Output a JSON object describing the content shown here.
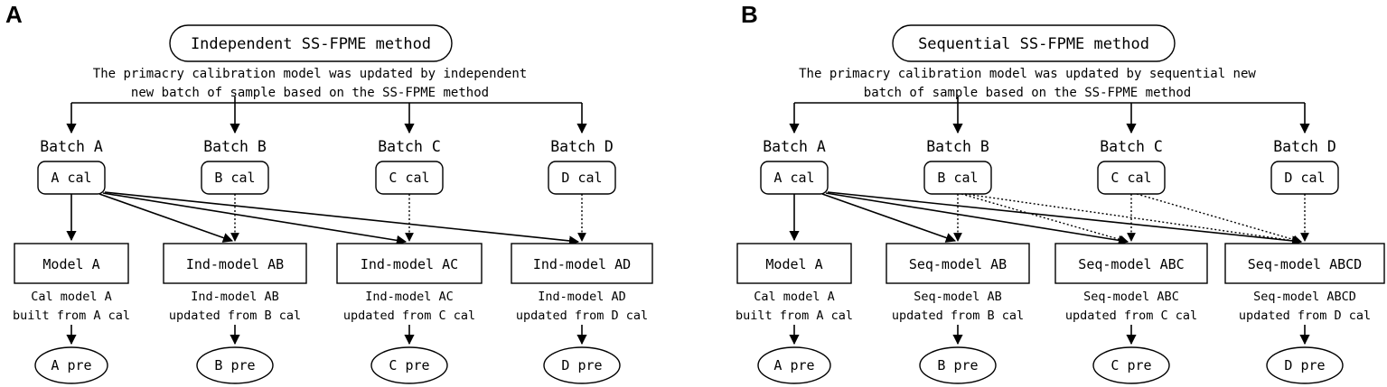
{
  "panels": [
    {
      "letter": "A",
      "title": "Independent SS-FPME method",
      "description": [
        "The primacry calibration model was updated by independent",
        "new batch of sample based on the SS-FPME method"
      ],
      "batches": [
        {
          "batch": "Batch A",
          "cal": "A cal",
          "model": "Model A",
          "desc1": "Cal model A",
          "desc2": "built from A cal",
          "pre": "A pre"
        },
        {
          "batch": "Batch B",
          "cal": "B cal",
          "model": "Ind-model AB",
          "desc1": "Ind-model AB",
          "desc2": "updated from B cal",
          "pre": "B pre"
        },
        {
          "batch": "Batch C",
          "cal": "C cal",
          "model": "Ind-model AC",
          "desc1": "Ind-model AC",
          "desc2": "updated from C cal",
          "pre": "C pre"
        },
        {
          "batch": "Batch D",
          "cal": "D cal",
          "model": "Ind-model AD",
          "desc1": "Ind-model AD",
          "desc2": "updated from D cal",
          "pre": "D pre"
        }
      ]
    },
    {
      "letter": "B",
      "title": "Sequential SS-FPME method",
      "description": [
        "The primacry calibration model was updated by sequential new",
        "batch of sample based on the SS-FPME method"
      ],
      "batches": [
        {
          "batch": "Batch A",
          "cal": "A cal",
          "model": "Model A",
          "desc1": "Cal model A",
          "desc2": "built from A cal",
          "pre": "A pre"
        },
        {
          "batch": "Batch B",
          "cal": "B cal",
          "model": "Seq-model AB",
          "desc1": "Seq-model AB",
          "desc2": "updated from B cal",
          "pre": "B pre"
        },
        {
          "batch": "Batch C",
          "cal": "C cal",
          "model": "Seq-model ABC",
          "desc1": "Seq-model ABC",
          "desc2": "updated from C cal",
          "pre": "C pre"
        },
        {
          "batch": "Batch D",
          "cal": "D cal",
          "model": "Seq-model ABCD",
          "desc1": "Seq-model ABCD",
          "desc2": "updated from D cal",
          "pre": "D pre"
        }
      ]
    }
  ]
}
